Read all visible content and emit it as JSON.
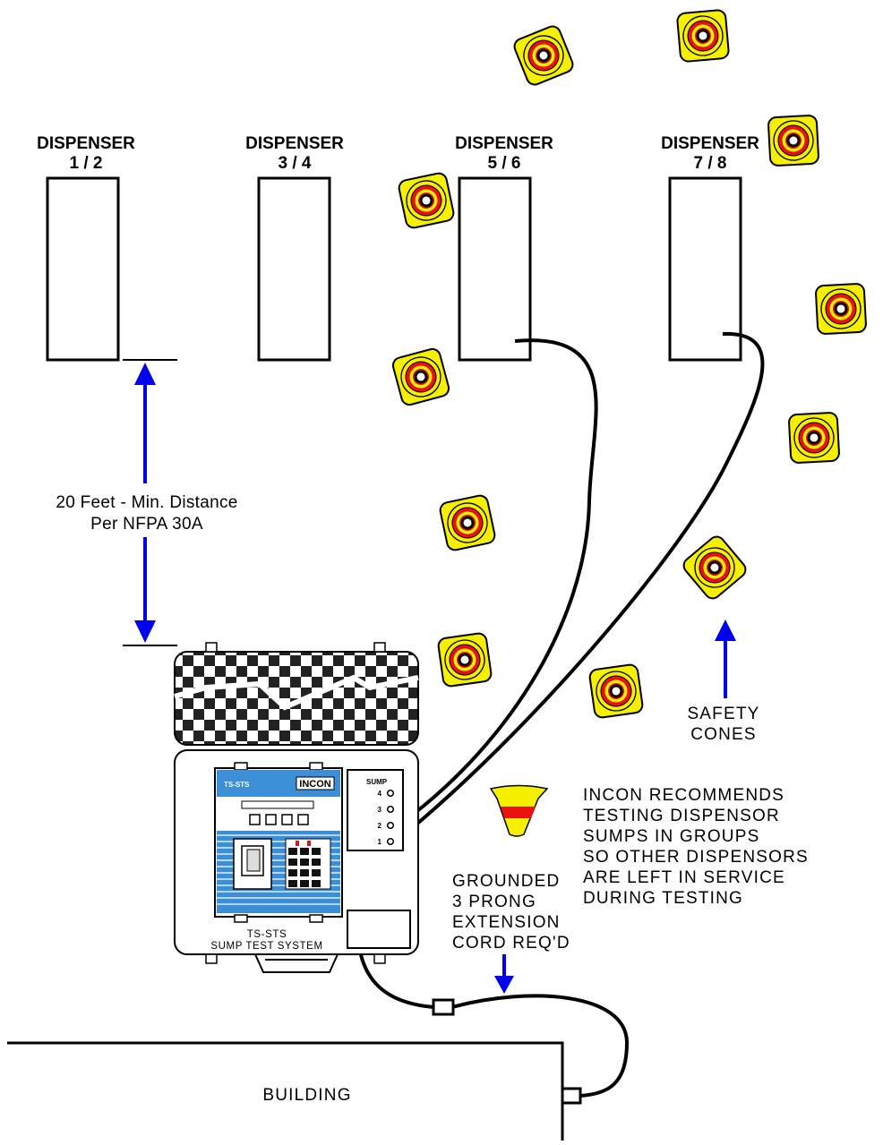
{
  "dispensers": [
    {
      "name": "DISPENSER",
      "pair": "1 / 2"
    },
    {
      "name": "DISPENSER",
      "pair": "3 / 4"
    },
    {
      "name": "DISPENSER",
      "pair": "5 / 6"
    },
    {
      "name": "DISPENSER",
      "pair": "7 / 8"
    }
  ],
  "distance_note": {
    "line1": "20 Feet - Min. Distance",
    "line2": "Per NFPA 30A"
  },
  "safety_cones_label": [
    "SAFETY",
    "CONES"
  ],
  "recommendation": [
    "INCON RECOMMENDS",
    "TESTING DISPENSOR",
    "SUMPS IN GROUPS",
    "SO OTHER DISPENSORS",
    "ARE LEFT IN SERVICE",
    "DURING TESTING"
  ],
  "cord_note": [
    "GROUNDED",
    "3 PRONG",
    "EXTENSION",
    "CORD REQ'D"
  ],
  "building_label": "BUILDING",
  "device": {
    "model": "TS-STS",
    "brand": "INCON",
    "caption_line1": "TS-STS",
    "caption_line2": "SUMP TEST SYSTEM",
    "sump_title": "SUMP",
    "sump_ports": [
      "4",
      "3",
      "2",
      "1"
    ]
  },
  "colors": {
    "cone_yellow": "#f5f000",
    "cone_red": "#e81010",
    "arrow_blue": "#0000ee",
    "panel_blue": "#3a8fd6"
  }
}
